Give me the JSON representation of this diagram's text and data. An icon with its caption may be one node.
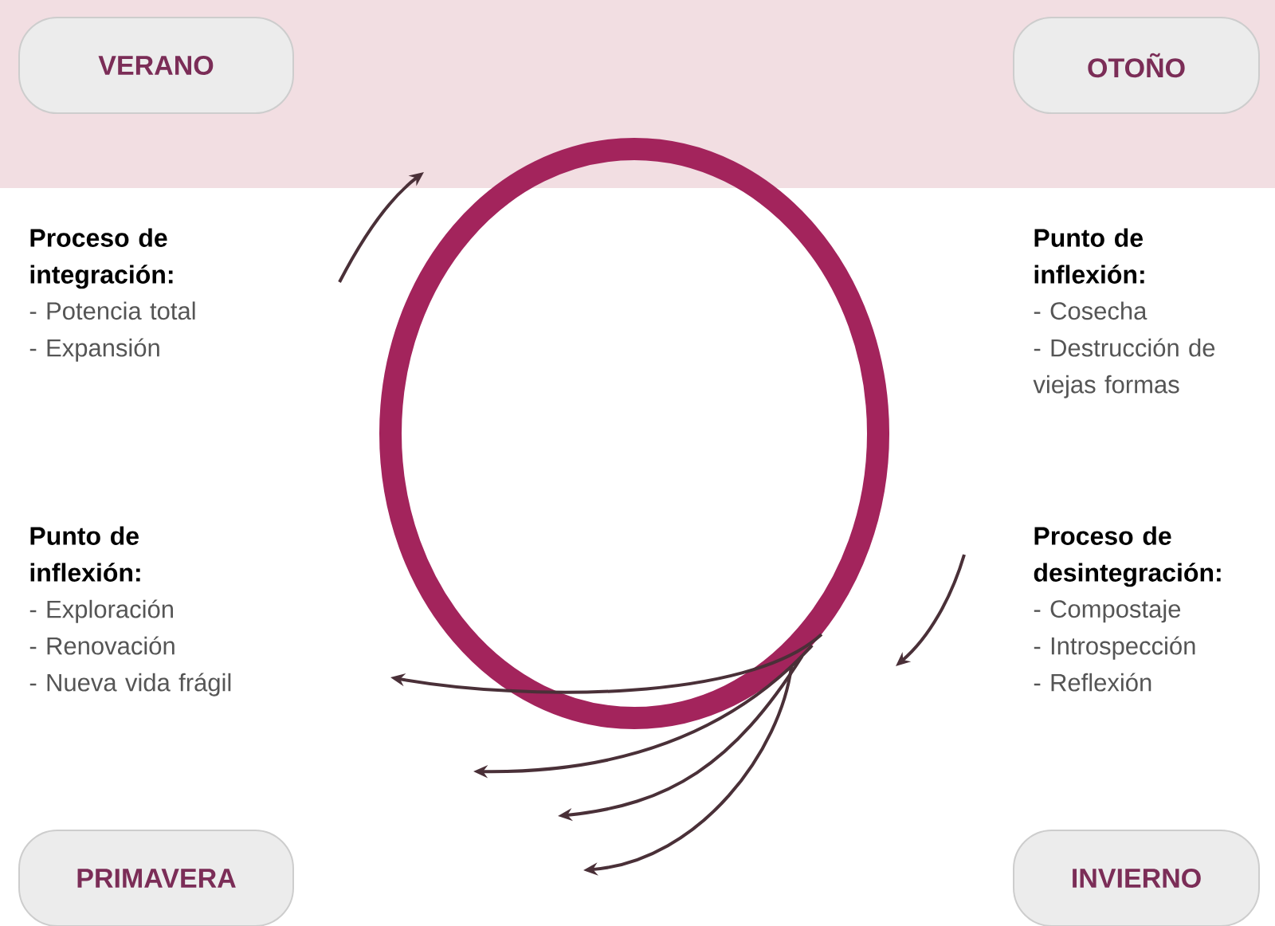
{
  "diagram": {
    "nodes": [
      {
        "text": [
          "VERANO"
        ]
      },
      {
        "text": [
          "OTOÑO"
        ]
      },
      {
        "text": [
          "PRIMAVERA"
        ]
      },
      {
        "text": [
          "INVIERNO"
        ]
      },
      {
        "text": [],
        "shape": "circle"
      }
    ],
    "edges": [
      {
        "from": 4,
        "to": null,
        "arrow": "to"
      },
      {
        "from": 4,
        "to": null,
        "arrow": "to"
      },
      {
        "from": 4,
        "to": null,
        "arrow": "to"
      },
      {
        "from": 4,
        "to": null,
        "arrow": "to"
      }
    ],
    "labels": [
      "Proceso de integración:",
      "- Potencia total",
      "- Expansión",
      "Punto de inflexión:",
      "- Cosecha",
      "- Destrucción de viejas formas",
      "Punto de inflexión:",
      "- Exploración",
      "- Renovación",
      "- Nueva vida frágil",
      "Proceso de desintegración:",
      "- Compostaje",
      "- Introspección",
      "- Reflexión"
    ]
  }
}
